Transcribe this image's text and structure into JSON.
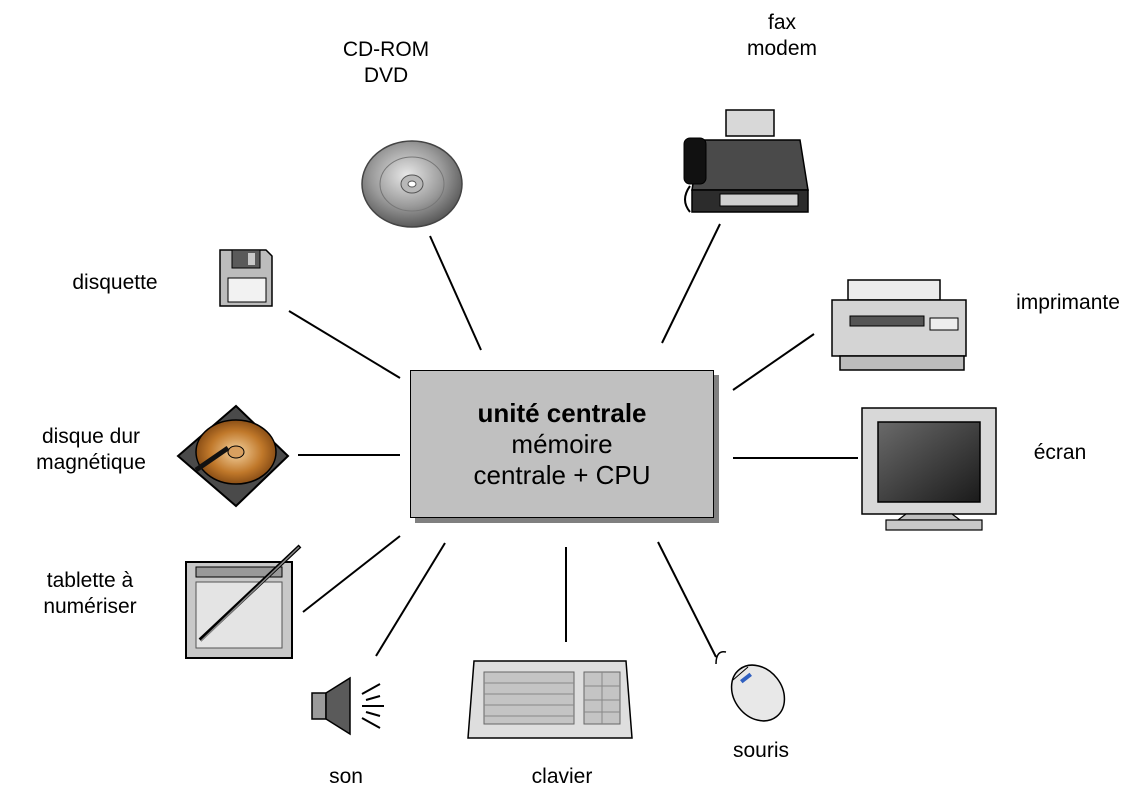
{
  "center": {
    "title": "unité centrale",
    "line2": "mémoire",
    "line3": "centrale + CPU"
  },
  "peripherals": {
    "cdrom": {
      "line1": "CD-ROM",
      "line2": "DVD",
      "icon": "cd-icon"
    },
    "fax": {
      "line1": "fax",
      "line2": "modem",
      "icon": "fax-icon"
    },
    "printer": {
      "line1": "imprimante",
      "icon": "printer-icon"
    },
    "screen": {
      "line1": "écran",
      "icon": "monitor-icon"
    },
    "mouse": {
      "line1": "souris",
      "icon": "mouse-icon"
    },
    "keyboard": {
      "line1": "clavier",
      "icon": "keyboard-icon"
    },
    "sound": {
      "line1": "son",
      "icon": "speaker-icon"
    },
    "tablet": {
      "line1": "tablette à",
      "line2": "numériser",
      "icon": "tablet-icon"
    },
    "harddisk": {
      "line1": "disque dur",
      "line2": "magnétique",
      "icon": "hard-disk-icon"
    },
    "floppy": {
      "line1": "disquette",
      "icon": "floppy-icon"
    }
  },
  "colors": {
    "box_fill": "#c0c0c0",
    "box_shadow": "#808080",
    "line": "#000000"
  }
}
